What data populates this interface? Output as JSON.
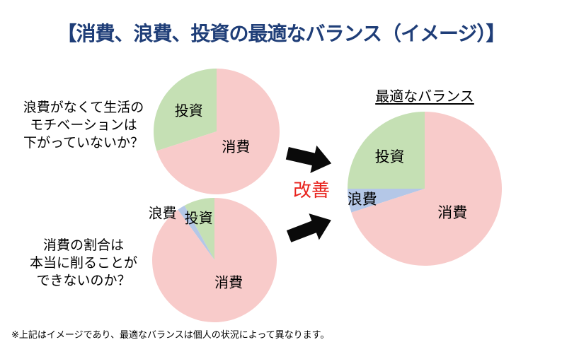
{
  "page": {
    "title": "【消費、浪費、投資の最適なバランス（イメージ）】",
    "footnote": "※上記はイメージであり、最適なバランスは個人の状況によって異なります。"
  },
  "colors": {
    "title_navy": "#1F3E78",
    "improve_red": "#E8231D",
    "arrow_black": "#0A0A0A",
    "consumption_pink": "#F8CBCA",
    "investment_green": "#C5E0B4",
    "waste_blue": "#B4C7E7",
    "text_black": "#000000"
  },
  "icons": {
    "improve_arrow": "right-block-arrow-icon"
  },
  "questions": [
    {
      "lines": [
        "浪費がなくて生活の",
        "モチベーションは",
        "下がっていないか？"
      ]
    },
    {
      "lines": [
        "消費の割合は",
        "本当に削ることが",
        "できないのか？"
      ]
    }
  ],
  "improve_label": "改善",
  "chart_data": [
    {
      "type": "pie",
      "name": "pie-no-waste",
      "title": "",
      "start": "12-o-clock",
      "direction": "counterclockwise",
      "slices": [
        {
          "label": "投資",
          "value": 30,
          "color_key": "investment_green",
          "label_angle": 52,
          "label_r": 0.56
        },
        {
          "label": "消費",
          "value": 70,
          "color_key": "consumption_pink",
          "label_angle": 234,
          "label_r": 0.38
        }
      ]
    },
    {
      "type": "pie",
      "name": "pie-high-consumption",
      "title": "",
      "start": "12-o-clock",
      "direction": "counterclockwise",
      "slices": [
        {
          "label": "投資",
          "value": 8,
          "color_key": "investment_green",
          "label_angle": 20,
          "label_r": 0.74
        },
        {
          "label": "浪費",
          "value": 2,
          "color_key": "waste_blue",
          "label_angle": 47,
          "label_r": 1.14,
          "label_outside": true
        },
        {
          "label": "消費",
          "value": 90,
          "color_key": "consumption_pink",
          "label_angle": 214,
          "label_r": 0.41
        }
      ]
    },
    {
      "type": "pie",
      "name": "pie-optimal-balance",
      "title": "最適なバランス",
      "start": "12-o-clock",
      "direction": "counterclockwise",
      "slices": [
        {
          "label": "投資",
          "value": 25,
          "color_key": "investment_green",
          "label_angle": 47,
          "label_r": 0.62
        },
        {
          "label": "浪費",
          "value": 5,
          "color_key": "waste_blue",
          "label_angle": 99,
          "label_r": 0.82
        },
        {
          "label": "消費",
          "value": 70,
          "color_key": "consumption_pink",
          "label_angle": 230,
          "label_r": 0.47
        }
      ]
    }
  ]
}
